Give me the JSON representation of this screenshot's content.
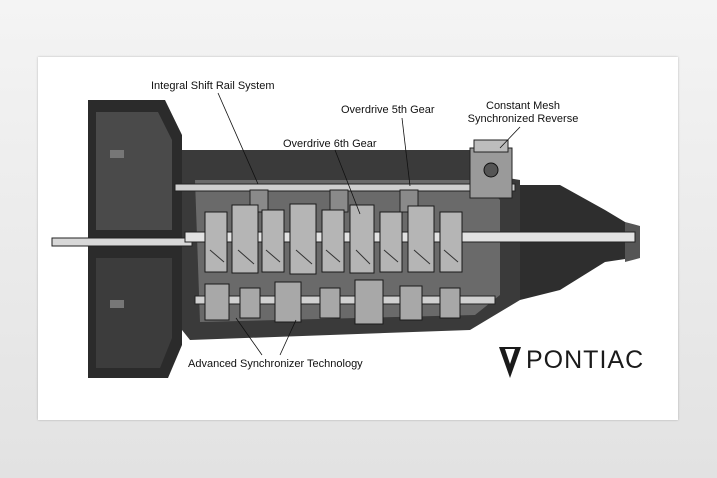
{
  "labels": {
    "shift_rail": "Integral Shift Rail System",
    "overdrive_5th": "Overdrive 5th Gear",
    "overdrive_6th": "Overdrive 6th Gear",
    "constant_mesh_line1": "Constant Mesh",
    "constant_mesh_line2": "Synchronized Reverse",
    "synchronizer": "Advanced Synchronizer Technology"
  },
  "brand": {
    "name": "PONTIAC",
    "logo_icon": "pontiac-arrowhead-icon"
  },
  "colors": {
    "background": "#ebebeb",
    "sheet": "#ffffff",
    "ink": "#1a1a1a"
  }
}
